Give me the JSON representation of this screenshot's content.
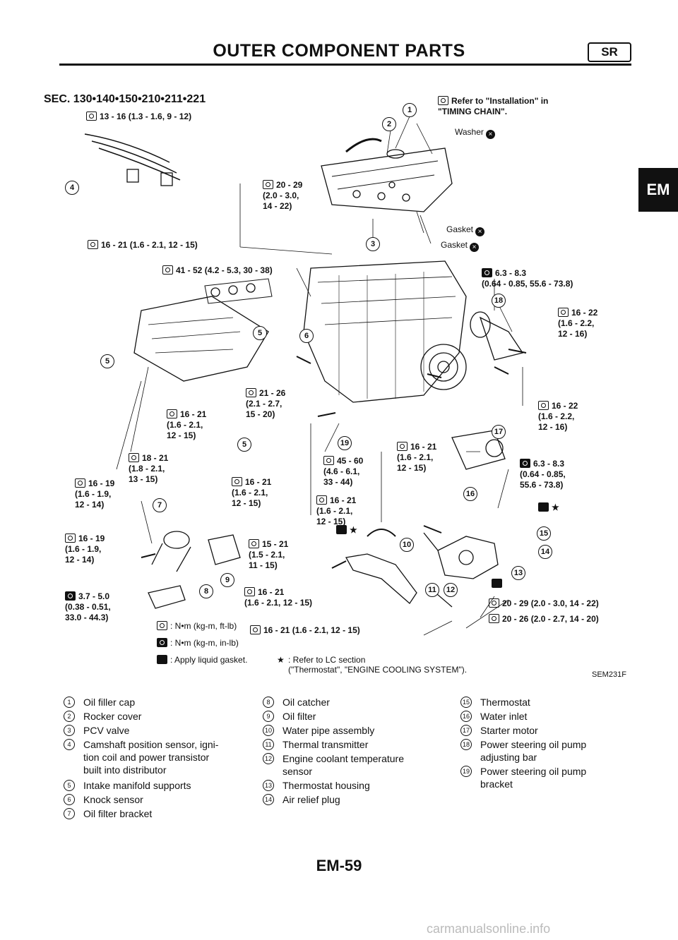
{
  "header": {
    "title": "OUTER COMPONENT PARTS",
    "badge": "SR",
    "side_tab": "EM"
  },
  "diagram": {
    "section": "SEC. 130•140•150•210•211•221",
    "torque_labels": [
      "13 - 16 (1.3 - 1.6, 9 - 12)",
      "20 - 29\n(2.0 - 3.0,\n14 - 22)",
      "16 - 21 (1.6 - 2.1, 12 - 15)",
      "41 - 52 (4.2 - 5.3, 30 - 38)",
      "6.3 - 8.3\n(0.64 - 0.85, 55.6 - 73.8)",
      "16 - 22\n(1.6 - 2.2,\n12 - 16)",
      "21 - 26\n(2.1 - 2.7,\n15 - 20)",
      "16 - 21\n(1.6 - 2.1,\n12 - 15)",
      "16 - 22\n(1.6 - 2.2,\n12 - 16)",
      "18 - 21\n(1.8 - 2.1,\n13 - 15)",
      "45 - 60\n(4.6 - 6.1,\n33 - 44)",
      "16 - 21\n(1.6 - 2.1,\n12 - 15)",
      "6.3 - 8.3\n(0.64 - 0.85,\n55.6 - 73.8)",
      "16 - 19\n(1.6 - 1.9,\n12 - 14)",
      "16 - 21\n(1.6 - 2.1,\n12 - 15)",
      "16 - 21\n(1.6 - 2.1,\n12 - 15)",
      "16 - 19\n(1.6 - 1.9,\n12 - 14)",
      "15 - 21\n(1.5 - 2.1,\n11 - 15)",
      "3.7 - 5.0\n(0.38 - 0.51,\n33.0 - 44.3)",
      "16 - 21\n(1.6 - 2.1, 12 - 15)",
      "20 - 29 (2.0 - 3.0, 14 - 22)",
      "20 - 26 (2.0 - 2.7, 14 - 20)",
      "16 - 21 (1.6 - 2.1, 12 - 15)"
    ],
    "notes": {
      "refer_install": "Refer to \"Installation\" in\n\"TIMING CHAIN\".",
      "washer": "Washer",
      "gasket1": "Gasket",
      "gasket2": "Gasket",
      "star": "★"
    },
    "legend": {
      "nm_ft": ": N•m (kg-m, ft-lb)",
      "nm_in": ": N•m (kg-m, in-lb)",
      "liquid": ": Apply liquid gasket.",
      "star_text": ": Refer to LC section\n(\"Thermostat\", \"ENGINE COOLING SYSTEM\").",
      "star_sym": "★"
    },
    "sem_code": "SEM231F"
  },
  "callouts": [
    "1",
    "2",
    "3",
    "4",
    "5",
    "5",
    "5",
    "6",
    "7",
    "8",
    "9",
    "10",
    "11",
    "12",
    "13",
    "14",
    "15",
    "16",
    "17",
    "18",
    "19"
  ],
  "parts_list": [
    {
      "num": "1",
      "name": "Oil filler cap"
    },
    {
      "num": "2",
      "name": "Rocker cover"
    },
    {
      "num": "3",
      "name": "PCV valve"
    },
    {
      "num": "4",
      "name": "Camshaft position sensor, igni-\ntion coil and power transistor\nbuilt into distributor"
    },
    {
      "num": "5",
      "name": "Intake manifold supports"
    },
    {
      "num": "6",
      "name": "Knock sensor"
    },
    {
      "num": "7",
      "name": "Oil filter bracket"
    },
    {
      "num": "8",
      "name": "Oil catcher"
    },
    {
      "num": "9",
      "name": "Oil filter"
    },
    {
      "num": "10",
      "name": "Water pipe assembly"
    },
    {
      "num": "11",
      "name": "Thermal transmitter"
    },
    {
      "num": "12",
      "name": "Engine coolant temperature\nsensor"
    },
    {
      "num": "13",
      "name": "Thermostat housing"
    },
    {
      "num": "14",
      "name": "Air relief plug"
    },
    {
      "num": "15",
      "name": "Thermostat"
    },
    {
      "num": "16",
      "name": "Water inlet"
    },
    {
      "num": "17",
      "name": "Starter motor"
    },
    {
      "num": "18",
      "name": "Power steering oil pump\nadjusting bar"
    },
    {
      "num": "19",
      "name": "Power steering oil pump\nbracket"
    }
  ],
  "footer": {
    "page": "EM-59",
    "watermark": "carmanualsonline.info"
  }
}
